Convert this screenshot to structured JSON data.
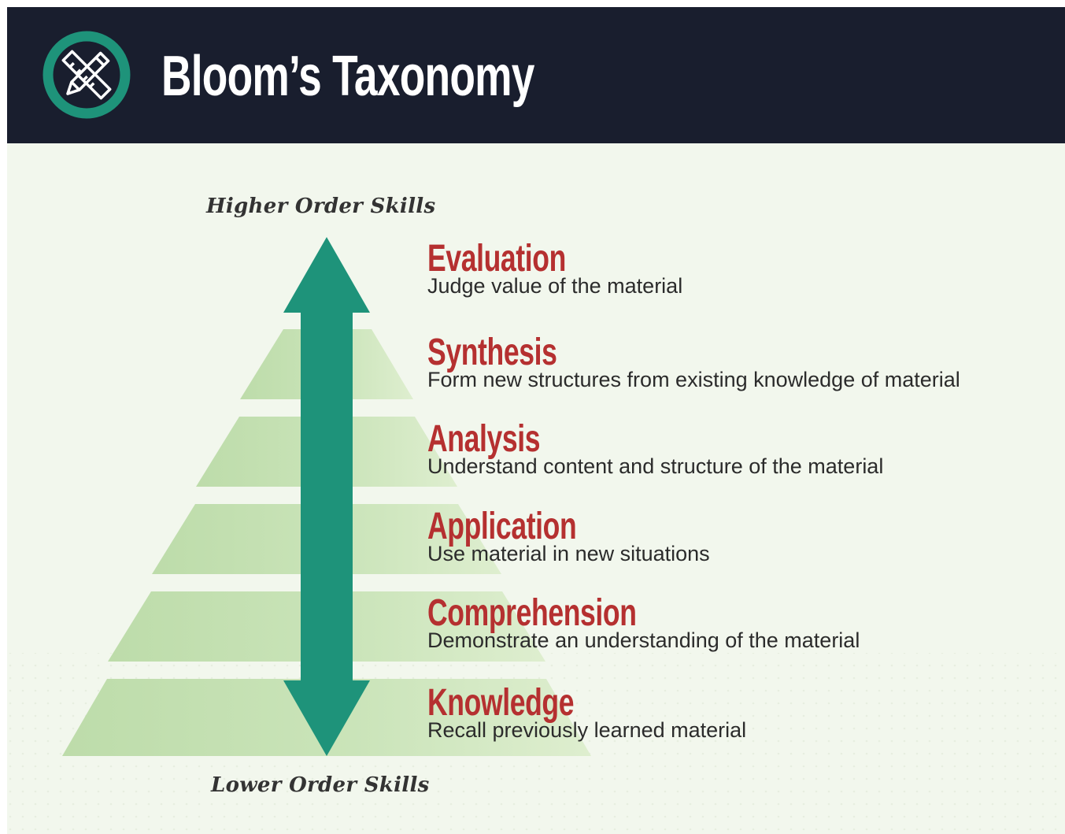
{
  "header": {
    "title": "Bloom’s Taxonomy",
    "logo_icon": "pencil-ruler-icon"
  },
  "axis": {
    "top_label": "Higher Order Skills",
    "bottom_label": "Lower Order Skills"
  },
  "levels": [
    {
      "name": "Evaluation",
      "description": "Judge value of the material"
    },
    {
      "name": "Synthesis",
      "description": "Form new structures from existing knowledge of material"
    },
    {
      "name": "Analysis",
      "description": "Understand content and structure of the material"
    },
    {
      "name": "Application",
      "description": "Use material in new situations"
    },
    {
      "name": "Comprehension",
      "description": "Demonstrate an understanding of the material"
    },
    {
      "name": "Knowledge",
      "description": "Recall previously learned material"
    }
  ],
  "colors": {
    "header_bg": "#191e2e",
    "page_bg": "#f2f7ed",
    "accent_teal": "#1e937a",
    "level_name": "#b53030",
    "pyramid_green": "#c3e0b0"
  }
}
